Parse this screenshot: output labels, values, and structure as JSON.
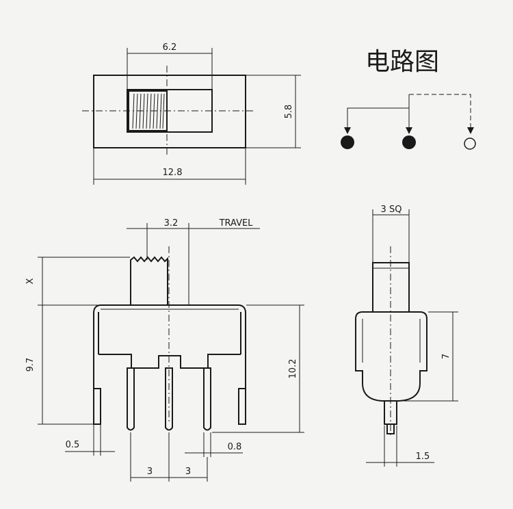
{
  "circuit": {
    "title": "电路图"
  },
  "top_view": {
    "width_dim": "6.2",
    "height_dim": "5.8",
    "length_dim": "12.8"
  },
  "front_view": {
    "actuator_dim": "3.2",
    "travel_label": "TRAVEL",
    "x_label": "X",
    "body_height_dim": "9.7",
    "total_height_dim": "10.2",
    "leg_width_dim": "0.5",
    "pin_width_dim": "0.8",
    "pitch_left_dim": "3",
    "pitch_right_dim": "3"
  },
  "side_view": {
    "actuator_dim": "3 SQ",
    "height_dim": "7",
    "pin_dim": "1.5"
  }
}
